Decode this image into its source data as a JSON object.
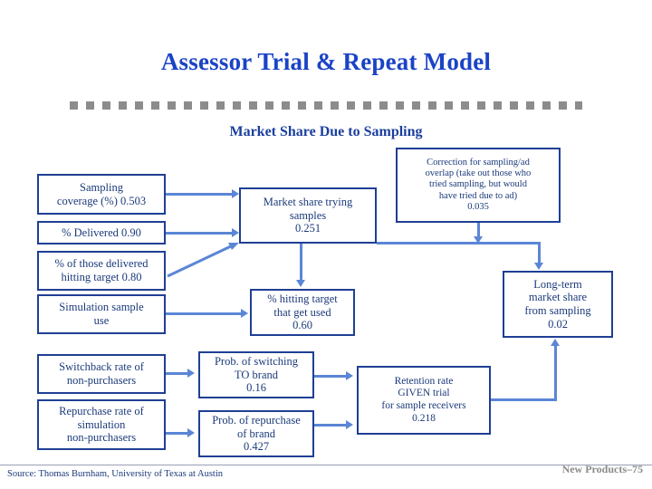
{
  "slide": {
    "title": "Assessor Trial & Repeat Model",
    "subtitle": "Market Share Due to Sampling",
    "accent_title_color": "#1b43c6",
    "box_border_color": "#1f3f94",
    "box_text_color": "#1b3a7a",
    "connector_color": "#5b86d6",
    "dash_bar_color": "#8c8c8c"
  },
  "boxes": {
    "sampling_coverage": {
      "line1": "Sampling",
      "line2": "coverage (%)  0.503"
    },
    "pct_delivered": {
      "line1": "% Delivered  0.90"
    },
    "pct_delivered_hitting_target": {
      "line1": "% of those delivered",
      "line2": "hitting target  0.80"
    },
    "simulation_sample_use": {
      "line1": "Simulation sample",
      "line2": "use"
    },
    "switchback_rate": {
      "line1": "Switchback rate of",
      "line2": "non-purchasers"
    },
    "repurchase_rate": {
      "line1": "Repurchase rate of",
      "line2": "simulation",
      "line3": "non-purchasers"
    },
    "market_share_trying_samples": {
      "line1": "Market share trying",
      "line2": "samples",
      "value": "0.251"
    },
    "pct_hitting_target_used": {
      "line1": "% hitting target",
      "line2": "that get used",
      "value": "0.60"
    },
    "prob_switching_to_brand": {
      "line1": "Prob. of switching",
      "line2": "TO brand",
      "value": "0.16"
    },
    "prob_repurchase_of_brand": {
      "line1": "Prob. of repurchase",
      "line2": "of brand",
      "value": "0.427"
    },
    "correction_sampling_ad_overlap": {
      "line1": "Correction for sampling/ad",
      "line2": "overlap (take out those who",
      "line3": "tried sampling, but would",
      "line4": "have tried due to ad)",
      "value": "0.035"
    },
    "long_term_market_share": {
      "line1": "Long-term",
      "line2": "market share",
      "line3": "from sampling",
      "value": "0.02"
    },
    "retention_rate": {
      "line1": "Retention rate",
      "line2": "GIVEN trial",
      "line3": "for sample receivers",
      "value": "0.218"
    }
  },
  "footer": {
    "source": "Source:  Thomas Burnham, University of Texas at Austin",
    "page_label": "New Products–75"
  }
}
